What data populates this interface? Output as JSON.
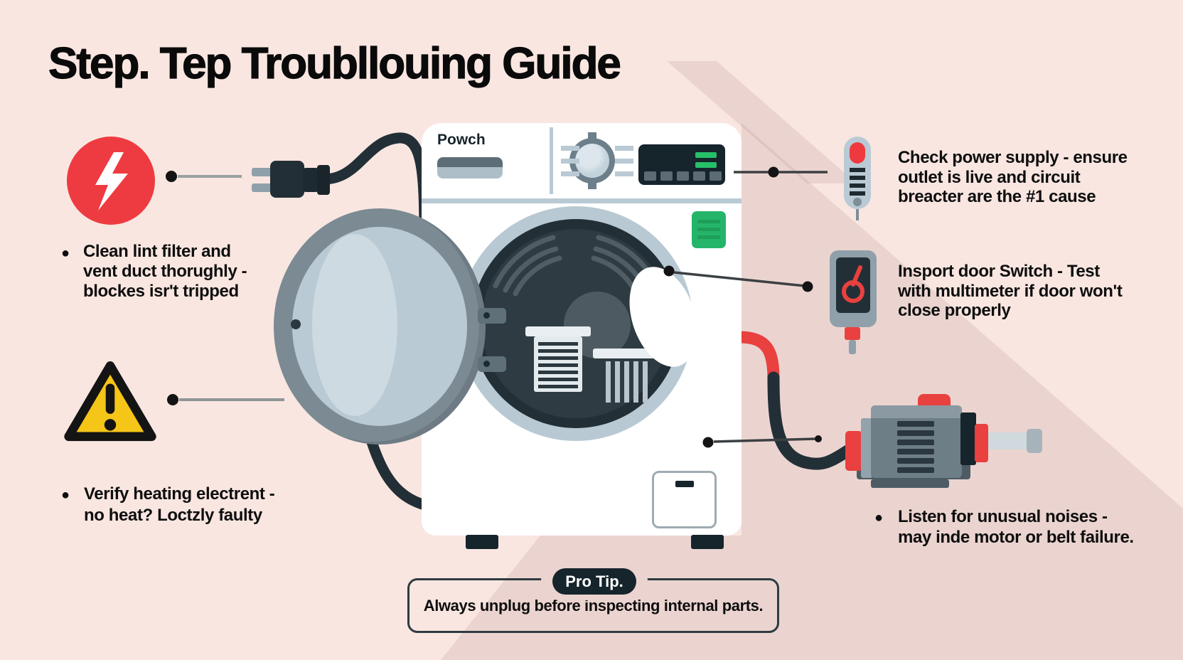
{
  "title": "Step. Tep Troubllouing Guide",
  "bullet_glyph": "●",
  "washer": {
    "brand_label": "Powch"
  },
  "left_items": [
    {
      "icon": "lightning-icon",
      "lines": [
        "Clean lint filter and",
        "vent duct thorughly -",
        "blockes isr't tripped"
      ]
    },
    {
      "icon": "warning-triangle-icon",
      "lines": [
        "Verify heating electrent -",
        "no heat? Loctzly faulty"
      ]
    }
  ],
  "right_items": [
    {
      "icon": "thermometer-icon",
      "lines": [
        "Check power supply - ensure",
        "outlet is live and circuit",
        "breacter are the #1 cause"
      ]
    },
    {
      "icon": "multimeter-icon",
      "lines": [
        "Insport door Switch - Test",
        "with multimeter if door won't",
        "close properly"
      ]
    },
    {
      "icon": "motor-icon",
      "lines": [
        "Listen for unusual noises -",
        "may inde motor or belt failure."
      ]
    }
  ],
  "pro_tip": {
    "badge": "Pro Tip.",
    "text": "Always unplug before inspecting internal parts."
  },
  "colors": {
    "background": "#f9e6e1",
    "accent_red": "#ee3b41",
    "warning_yellow": "#f5c518",
    "success_green": "#25b56a",
    "dark": "#16242c"
  }
}
